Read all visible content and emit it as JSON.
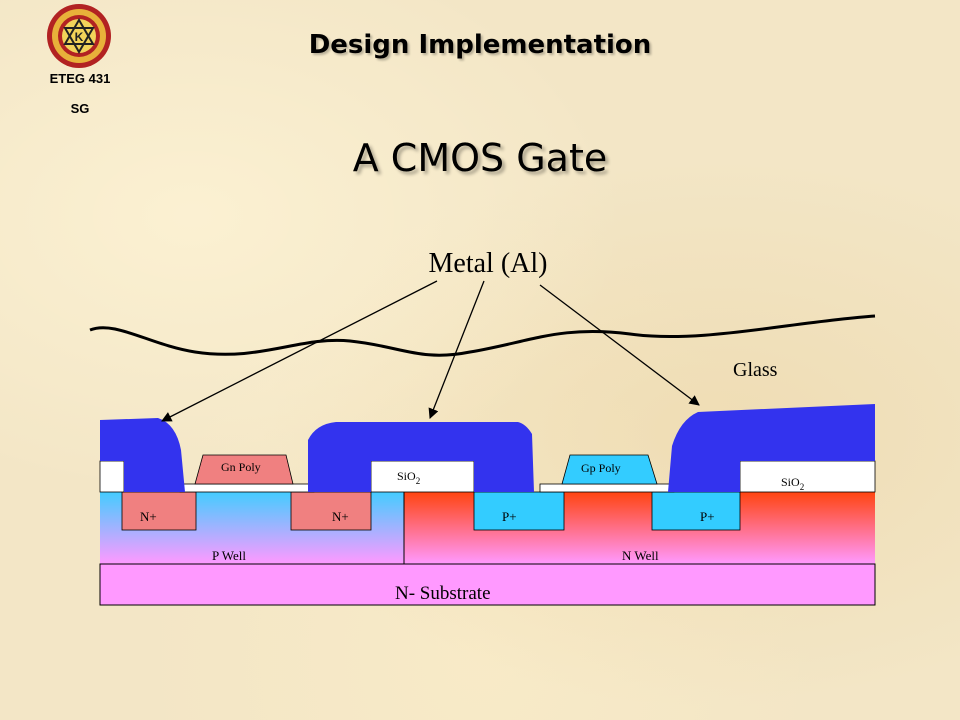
{
  "header": {
    "title": "Design Implementation",
    "course_code": "ETEG 431",
    "course_sub": "SG"
  },
  "slide": {
    "title": "A CMOS Gate"
  },
  "diagram": {
    "metal_label": "Metal (Al)",
    "glass_label": "Glass",
    "gn_poly": "Gn Poly",
    "gp_poly": "Gp Poly",
    "sio2_left": "SiO",
    "sio2_right": "SiO",
    "sio2_sub": "2",
    "n_plus_left": "N+",
    "n_plus_right": "N+",
    "p_plus_left": "P+",
    "p_plus_right": "P+",
    "p_well": "P Well",
    "n_well": "N Well",
    "substrate": "N- Substrate"
  },
  "colors": {
    "metal": "#3333ee",
    "n_plus": "#f08080",
    "p_plus": "#33ccff",
    "substrate": "#ff99ff",
    "oxide": "#ffffff",
    "background": "#f3e6c6"
  },
  "icons": [
    "university-logo"
  ]
}
